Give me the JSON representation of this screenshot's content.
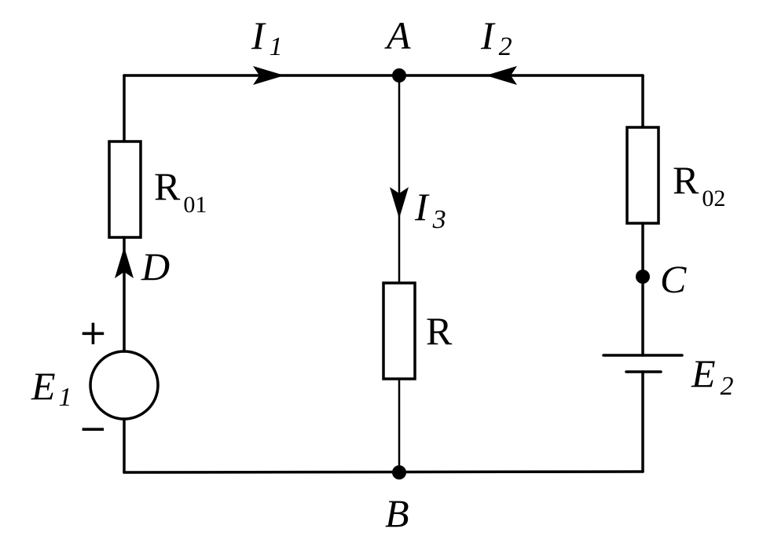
{
  "nodes": {
    "A": "A",
    "B": "B",
    "C": "C",
    "D": "D"
  },
  "currents": {
    "i1": {
      "symbol": "I",
      "sub": "1"
    },
    "i2": {
      "symbol": "I",
      "sub": "2"
    },
    "i3": {
      "symbol": "I",
      "sub": "3"
    }
  },
  "resistors": {
    "r01": {
      "symbol": "R",
      "sub": "01"
    },
    "r02": {
      "symbol": "R",
      "sub": "02"
    },
    "r": {
      "symbol": "R"
    }
  },
  "sources": {
    "e1": {
      "symbol": "E",
      "sub": "1",
      "plus": "+",
      "minus": "−"
    },
    "e2": {
      "symbol": "E",
      "sub": "2"
    }
  },
  "colors": {
    "line": "#000000",
    "background": "#ffffff"
  }
}
